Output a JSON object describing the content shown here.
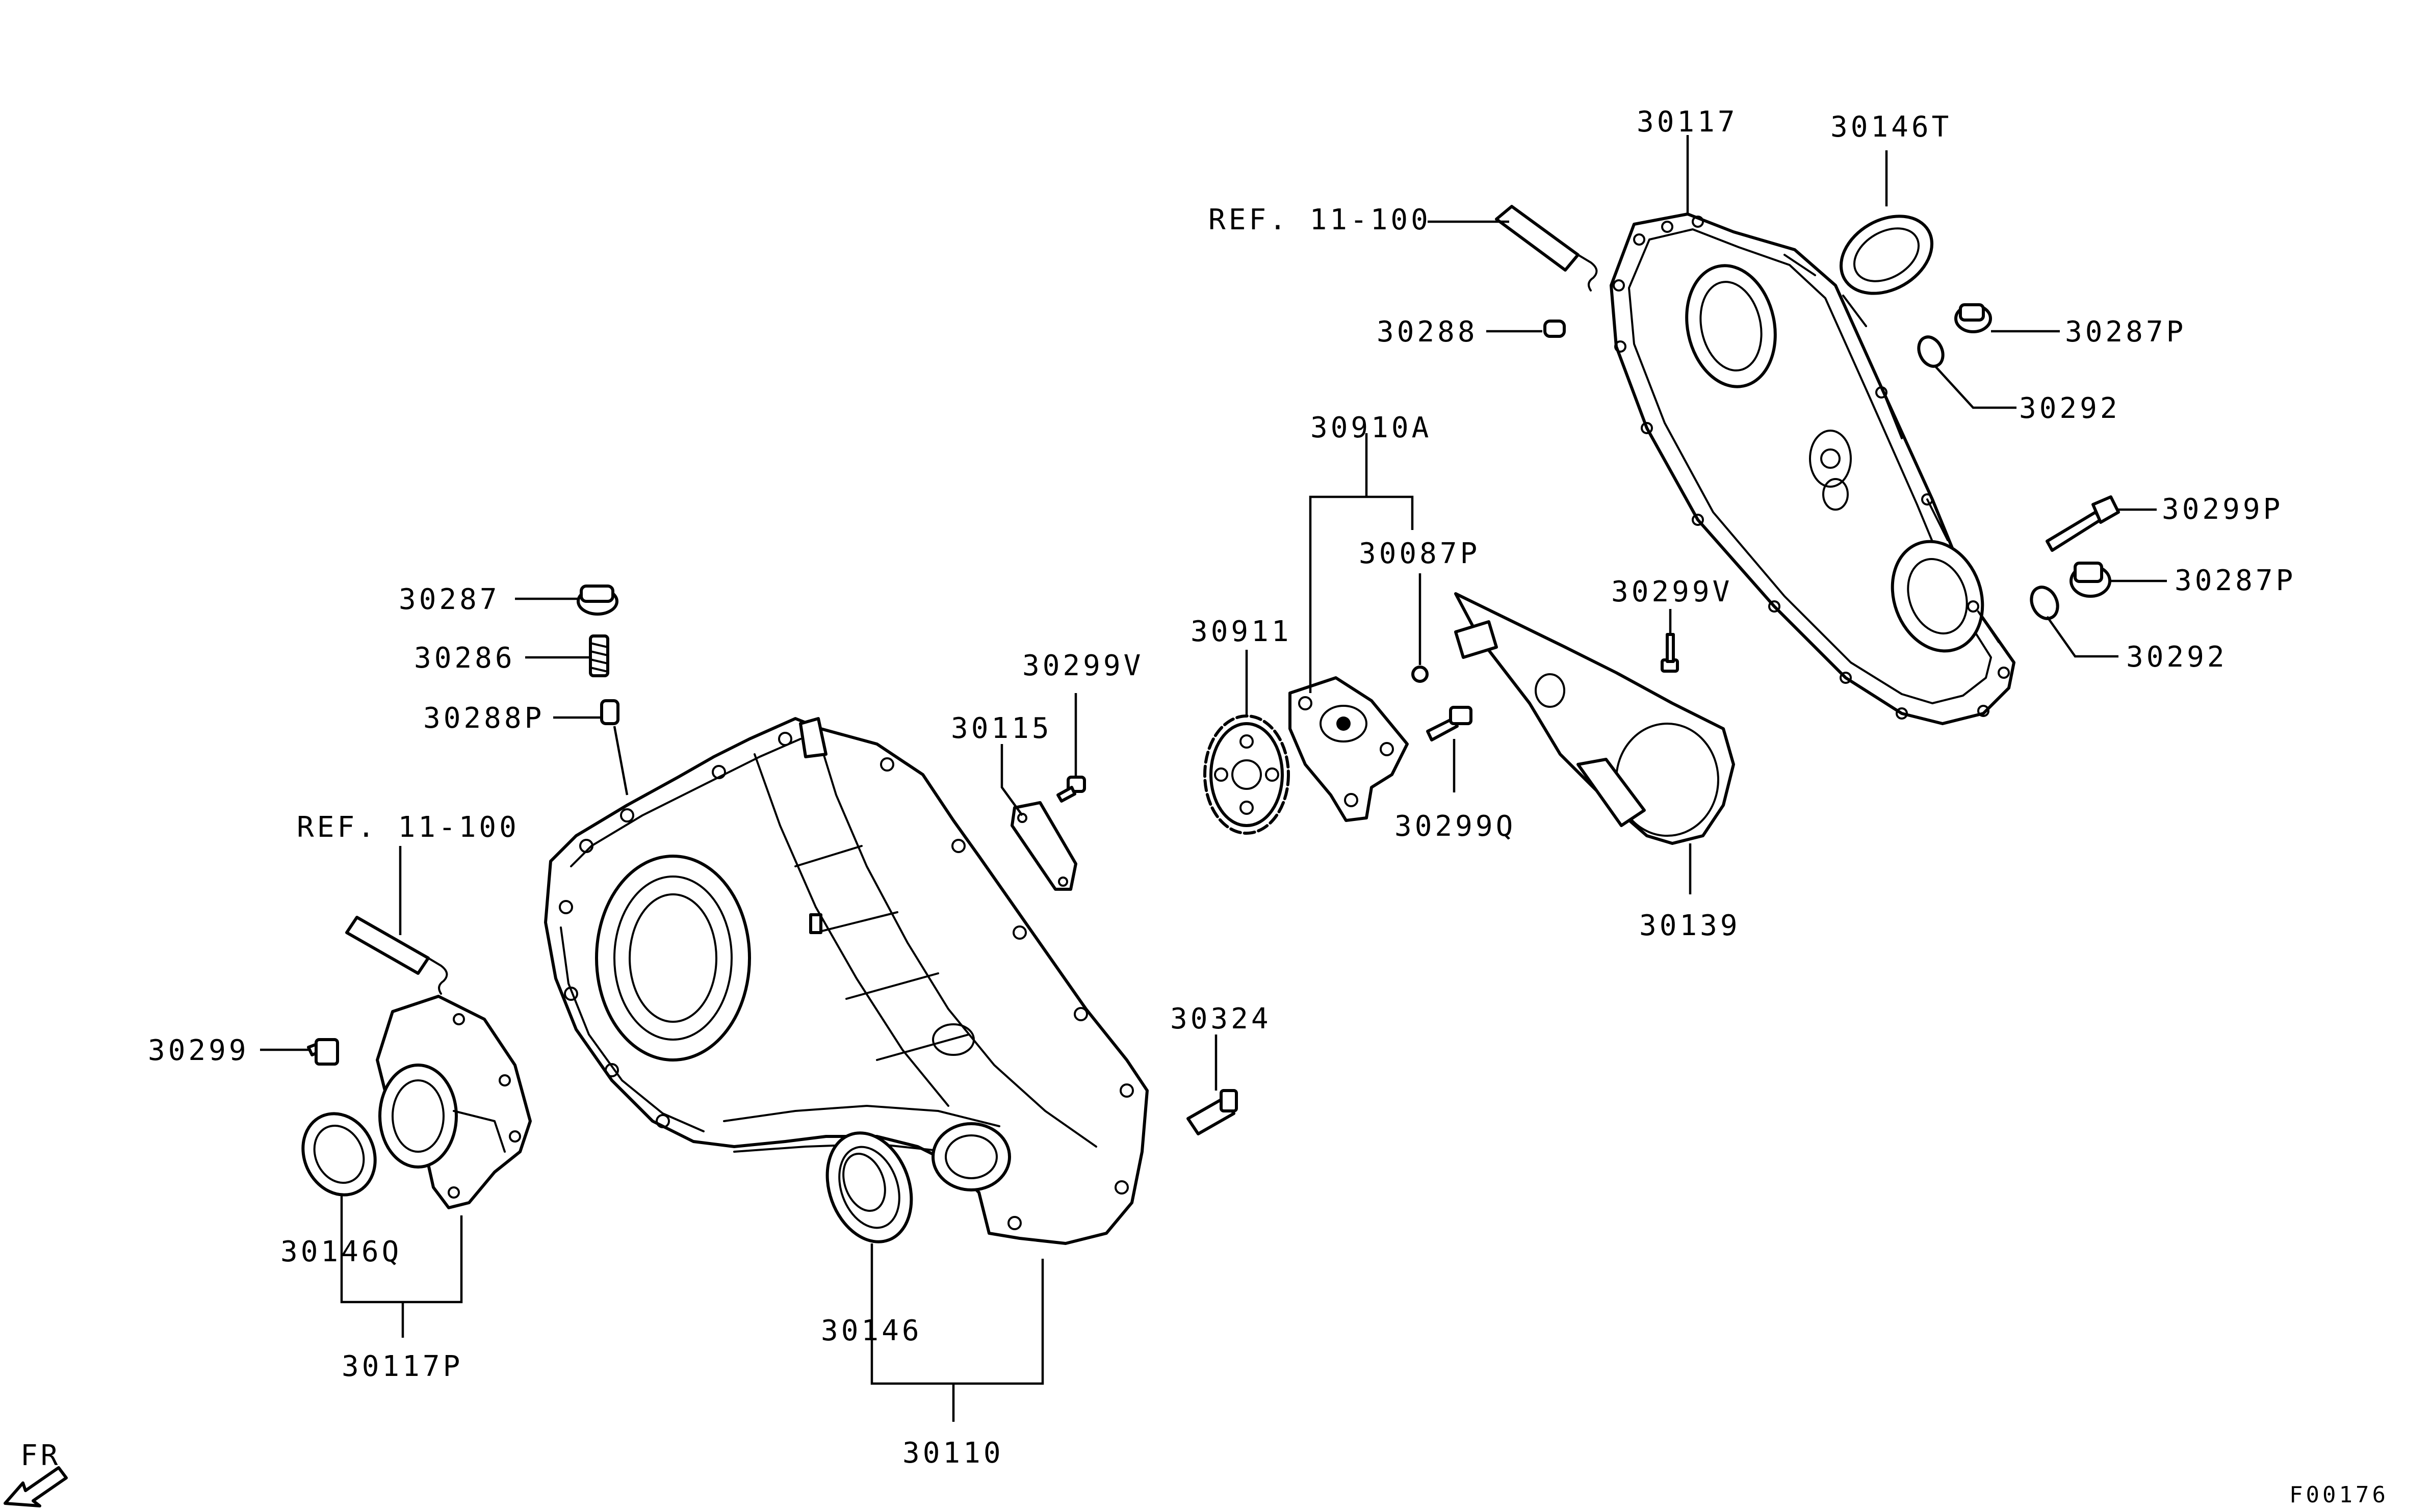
{
  "diagram_code": "F00176",
  "direction_label": "FR",
  "labels": {
    "l30117": "30117",
    "l30146T": "30146T",
    "lref_top": "REF. 11-100",
    "l30288": "30288",
    "l30287P_top": "30287P",
    "l30292_top": "30292",
    "l30910A": "30910A",
    "l30087P": "30087P",
    "l30299P": "30299P",
    "l30287P_mid": "30287P",
    "l30299V_right": "30299V",
    "l30292_mid": "30292",
    "l30911": "30911",
    "l30299V_left": "30299V",
    "l30115": "30115",
    "l30299Q": "30299Q",
    "l30139": "30139",
    "l30287": "30287",
    "l30286": "30286",
    "l30288P": "30288P",
    "lref_left": "REF. 11-100",
    "l30299": "30299",
    "l30324": "30324",
    "l30146Q": "30146Q",
    "l30117P": "30117P",
    "l30146": "30146",
    "l30110": "30110"
  }
}
